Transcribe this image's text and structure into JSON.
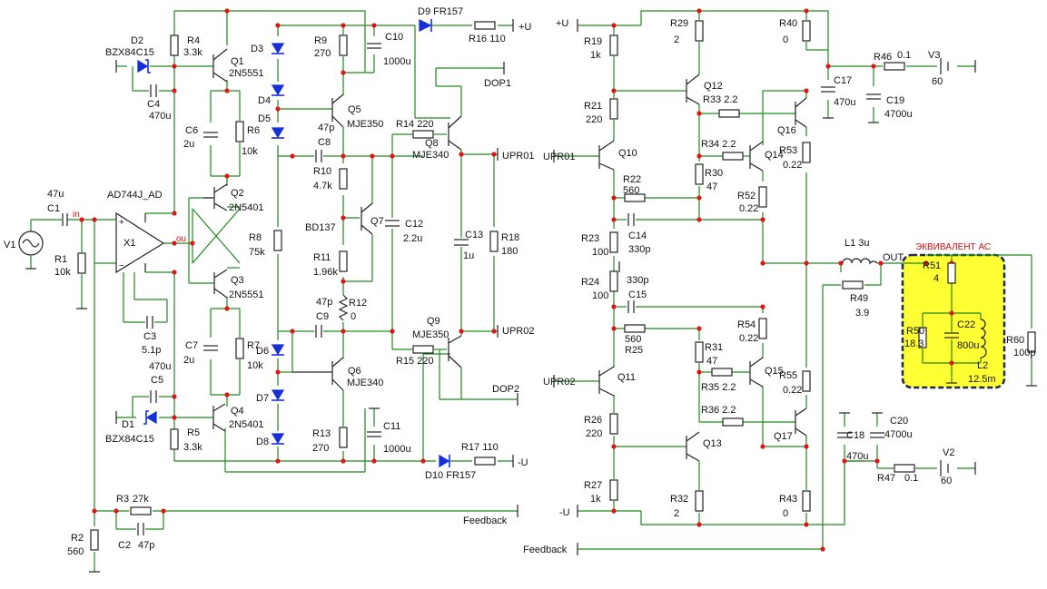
{
  "labels": [
    {
      "id": "d9",
      "text": "D9 FR157"
    },
    {
      "id": "r16",
      "text": "R16 110"
    },
    {
      "id": "plus_u_top",
      "text": "+U"
    },
    {
      "id": "d2",
      "text": "D2"
    },
    {
      "id": "d2v",
      "text": "BZX84C15"
    },
    {
      "id": "r4",
      "text": "R4"
    },
    {
      "id": "r4v",
      "text": "3.3k"
    },
    {
      "id": "q1",
      "text": "Q1"
    },
    {
      "id": "q1v",
      "text": "2N5551"
    },
    {
      "id": "d3",
      "text": "D3"
    },
    {
      "id": "r9",
      "text": "R9"
    },
    {
      "id": "r9v",
      "text": "270"
    },
    {
      "id": "c10",
      "text": "C10"
    },
    {
      "id": "c10v",
      "text": "1000u"
    },
    {
      "id": "c4",
      "text": "C4"
    },
    {
      "id": "c4v",
      "text": "470u"
    },
    {
      "id": "d4",
      "text": "D4"
    },
    {
      "id": "d5",
      "text": "D5"
    },
    {
      "id": "q5",
      "text": "Q5"
    },
    {
      "id": "c47p_a",
      "text": "47p"
    },
    {
      "id": "q5v",
      "text": "MJE350"
    },
    {
      "id": "c6",
      "text": "C6"
    },
    {
      "id": "c6v",
      "text": "2u"
    },
    {
      "id": "r6",
      "text": "R6"
    },
    {
      "id": "r6v",
      "text": "10k"
    },
    {
      "id": "c8",
      "text": "C8"
    },
    {
      "id": "r14",
      "text": "R14 220"
    },
    {
      "id": "q8",
      "text": "Q8"
    },
    {
      "id": "q8v",
      "text": "MJE340"
    },
    {
      "id": "dop1",
      "text": "DOP1"
    },
    {
      "id": "upr01a",
      "text": "UPR01"
    },
    {
      "id": "r10",
      "text": "R10"
    },
    {
      "id": "r10v",
      "text": "4.7k"
    },
    {
      "id": "ad744",
      "text": "AD744J_AD"
    },
    {
      "id": "q2",
      "text": "Q2"
    },
    {
      "id": "q2v",
      "text": "2N5401"
    },
    {
      "id": "c1v",
      "text": "47u"
    },
    {
      "id": "c1",
      "text": "C1"
    },
    {
      "id": "in",
      "text": "in"
    },
    {
      "id": "bd137",
      "text": "BD137"
    },
    {
      "id": "q7",
      "text": "Q7"
    },
    {
      "id": "c12",
      "text": "C12"
    },
    {
      "id": "c12v",
      "text": "2.2u"
    },
    {
      "id": "c13",
      "text": "C13"
    },
    {
      "id": "c13v",
      "text": "1u"
    },
    {
      "id": "r18",
      "text": "R18"
    },
    {
      "id": "r18v",
      "text": "180"
    },
    {
      "id": "v1",
      "text": "V1"
    },
    {
      "id": "x1",
      "text": "X1"
    },
    {
      "id": "ou",
      "text": "ou"
    },
    {
      "id": "r8",
      "text": "R8"
    },
    {
      "id": "r8v",
      "text": "75k"
    },
    {
      "id": "r1",
      "text": "R1"
    },
    {
      "id": "r1v",
      "text": "10k"
    },
    {
      "id": "r11",
      "text": "R11"
    },
    {
      "id": "r11v",
      "text": "1.96k"
    },
    {
      "id": "q3",
      "text": "Q3"
    },
    {
      "id": "q3v",
      "text": "2N5551"
    },
    {
      "id": "c47p_b",
      "text": "47p"
    },
    {
      "id": "r12",
      "text": "R12"
    },
    {
      "id": "r12v",
      "text": "0"
    },
    {
      "id": "c3",
      "text": "C3"
    },
    {
      "id": "c3v",
      "text": "5.1p"
    },
    {
      "id": "c9",
      "text": "C9"
    },
    {
      "id": "q9",
      "text": "Q9"
    },
    {
      "id": "q9v",
      "text": "MJE350"
    },
    {
      "id": "upr02a",
      "text": "UPR02"
    },
    {
      "id": "c7",
      "text": "C7"
    },
    {
      "id": "c7v",
      "text": "2u"
    },
    {
      "id": "r7",
      "text": "R7"
    },
    {
      "id": "r7v",
      "text": "10k"
    },
    {
      "id": "c5v",
      "text": "470u"
    },
    {
      "id": "d6",
      "text": "D6"
    },
    {
      "id": "r15",
      "text": "R15 220"
    },
    {
      "id": "q6",
      "text": "Q6"
    },
    {
      "id": "q6v",
      "text": "MJE340"
    },
    {
      "id": "c5",
      "text": "C5"
    },
    {
      "id": "dop2",
      "text": "DOP2"
    },
    {
      "id": "d7",
      "text": "D7"
    },
    {
      "id": "d1",
      "text": "D1"
    },
    {
      "id": "q4",
      "text": "Q4"
    },
    {
      "id": "q4v",
      "text": "2N5401"
    },
    {
      "id": "c11",
      "text": "C11"
    },
    {
      "id": "r5",
      "text": "R5"
    },
    {
      "id": "r5v",
      "text": "3.3k"
    },
    {
      "id": "d1v",
      "text": "BZX84C15"
    },
    {
      "id": "d8",
      "text": "D8"
    },
    {
      "id": "r13",
      "text": "R13"
    },
    {
      "id": "r13v",
      "text": "270"
    },
    {
      "id": "c11v",
      "text": "1000u"
    },
    {
      "id": "r17",
      "text": "R17 110"
    },
    {
      "id": "minus_u_bot",
      "text": "-U"
    },
    {
      "id": "d10",
      "text": "D10 FR157"
    },
    {
      "id": "r3",
      "text": "R3"
    },
    {
      "id": "r3v",
      "text": "27k"
    },
    {
      "id": "feedback_a",
      "text": "Feedback"
    },
    {
      "id": "r2",
      "text": "R2"
    },
    {
      "id": "r2v",
      "text": "560"
    },
    {
      "id": "c2",
      "text": "C2"
    },
    {
      "id": "c2v",
      "text": "47p"
    },
    {
      "id": "plus_u_r",
      "text": "+U"
    },
    {
      "id": "r29",
      "text": "R29"
    },
    {
      "id": "r29v",
      "text": "2"
    },
    {
      "id": "r40",
      "text": "R40"
    },
    {
      "id": "r40v",
      "text": "0"
    },
    {
      "id": "r19",
      "text": "R19"
    },
    {
      "id": "r19v",
      "text": "1k"
    },
    {
      "id": "q12",
      "text": "Q12"
    },
    {
      "id": "r46",
      "text": "R46"
    },
    {
      "id": "r46v",
      "text": "0.1"
    },
    {
      "id": "v3",
      "text": "V3"
    },
    {
      "id": "v3v",
      "text": "60"
    },
    {
      "id": "c17",
      "text": "C17"
    },
    {
      "id": "c17v",
      "text": "470u"
    },
    {
      "id": "c19",
      "text": "C19"
    },
    {
      "id": "c19v",
      "text": "4700u"
    },
    {
      "id": "r21",
      "text": "R21"
    },
    {
      "id": "r21v",
      "text": "220"
    },
    {
      "id": "r33",
      "text": "R33 2.2"
    },
    {
      "id": "q16",
      "text": "Q16"
    },
    {
      "id": "upr01b",
      "text": "UPR01"
    },
    {
      "id": "q10",
      "text": "Q10"
    },
    {
      "id": "r34",
      "text": "R34 2.2"
    },
    {
      "id": "q14",
      "text": "Q14"
    },
    {
      "id": "r53",
      "text": "R53"
    },
    {
      "id": "r53v",
      "text": "0.22"
    },
    {
      "id": "r30",
      "text": "R30"
    },
    {
      "id": "r30v",
      "text": "47"
    },
    {
      "id": "r22",
      "text": "R22"
    },
    {
      "id": "r22v",
      "text": "560"
    },
    {
      "id": "r52",
      "text": "R52"
    },
    {
      "id": "r52v",
      "text": "0.22"
    },
    {
      "id": "r23",
      "text": "R23"
    },
    {
      "id": "r23v",
      "text": "100"
    },
    {
      "id": "c14",
      "text": "C14"
    },
    {
      "id": "c14v",
      "text": "330p"
    },
    {
      "id": "l1",
      "text": "L1 3u"
    },
    {
      "id": "equiv",
      "text": "ЭКВИВАЛЕНТ АС"
    },
    {
      "id": "out",
      "text": "OUT"
    },
    {
      "id": "r51",
      "text": "R51"
    },
    {
      "id": "r51v",
      "text": "4"
    },
    {
      "id": "r24",
      "text": "R24"
    },
    {
      "id": "r24v",
      "text": "100"
    },
    {
      "id": "c330p_b",
      "text": "330p"
    },
    {
      "id": "c15",
      "text": "C15"
    },
    {
      "id": "r49",
      "text": "R49"
    },
    {
      "id": "r49v",
      "text": "3.9"
    },
    {
      "id": "r54",
      "text": "R54"
    },
    {
      "id": "r54v",
      "text": "0.22"
    },
    {
      "id": "r50",
      "text": "R50"
    },
    {
      "id": "r50v",
      "text": "18.3"
    },
    {
      "id": "c22",
      "text": "C22"
    },
    {
      "id": "c22v",
      "text": "800u"
    },
    {
      "id": "r60",
      "text": "R60"
    },
    {
      "id": "r60v",
      "text": "100p"
    },
    {
      "id": "r25v",
      "text": "560"
    },
    {
      "id": "r25",
      "text": "R25"
    },
    {
      "id": "r31",
      "text": "R31"
    },
    {
      "id": "r31v",
      "text": "47"
    },
    {
      "id": "l2",
      "text": "L2"
    },
    {
      "id": "l2v",
      "text": "12.5m"
    },
    {
      "id": "upr02b",
      "text": "UPR02"
    },
    {
      "id": "q11",
      "text": "Q11"
    },
    {
      "id": "r35",
      "text": "R35 2.2"
    },
    {
      "id": "q15",
      "text": "Q15"
    },
    {
      "id": "r55",
      "text": "R55"
    },
    {
      "id": "r55v",
      "text": "0.22"
    },
    {
      "id": "r36",
      "text": "R36 2.2"
    },
    {
      "id": "c18",
      "text": "C18"
    },
    {
      "id": "c18v",
      "text": "470u"
    },
    {
      "id": "c20",
      "text": "C20"
    },
    {
      "id": "c20v",
      "text": "4700u"
    },
    {
      "id": "r26",
      "text": "R26"
    },
    {
      "id": "r26v",
      "text": "220"
    },
    {
      "id": "q13",
      "text": "Q13"
    },
    {
      "id": "q17",
      "text": "Q17"
    },
    {
      "id": "r47",
      "text": "R47"
    },
    {
      "id": "r47v",
      "text": "0.1"
    },
    {
      "id": "v2",
      "text": "V2"
    },
    {
      "id": "v2v",
      "text": "60"
    },
    {
      "id": "r27",
      "text": "R27"
    },
    {
      "id": "r27v",
      "text": "1k"
    },
    {
      "id": "r32",
      "text": "R32"
    },
    {
      "id": "r32v",
      "text": "2"
    },
    {
      "id": "r43",
      "text": "R43"
    },
    {
      "id": "r43v",
      "text": "0"
    },
    {
      "id": "minus_u_r",
      "text": "-U"
    },
    {
      "id": "feedback_b",
      "text": "Feedback"
    }
  ],
  "colors": {
    "wire": "#1f8a1f",
    "component": "#222222",
    "diode": "#1530d8",
    "junction": "#e01515",
    "highlight_fill": "#ffff33",
    "highlight_border": "#1a2a55",
    "label_red": "#d01010"
  }
}
